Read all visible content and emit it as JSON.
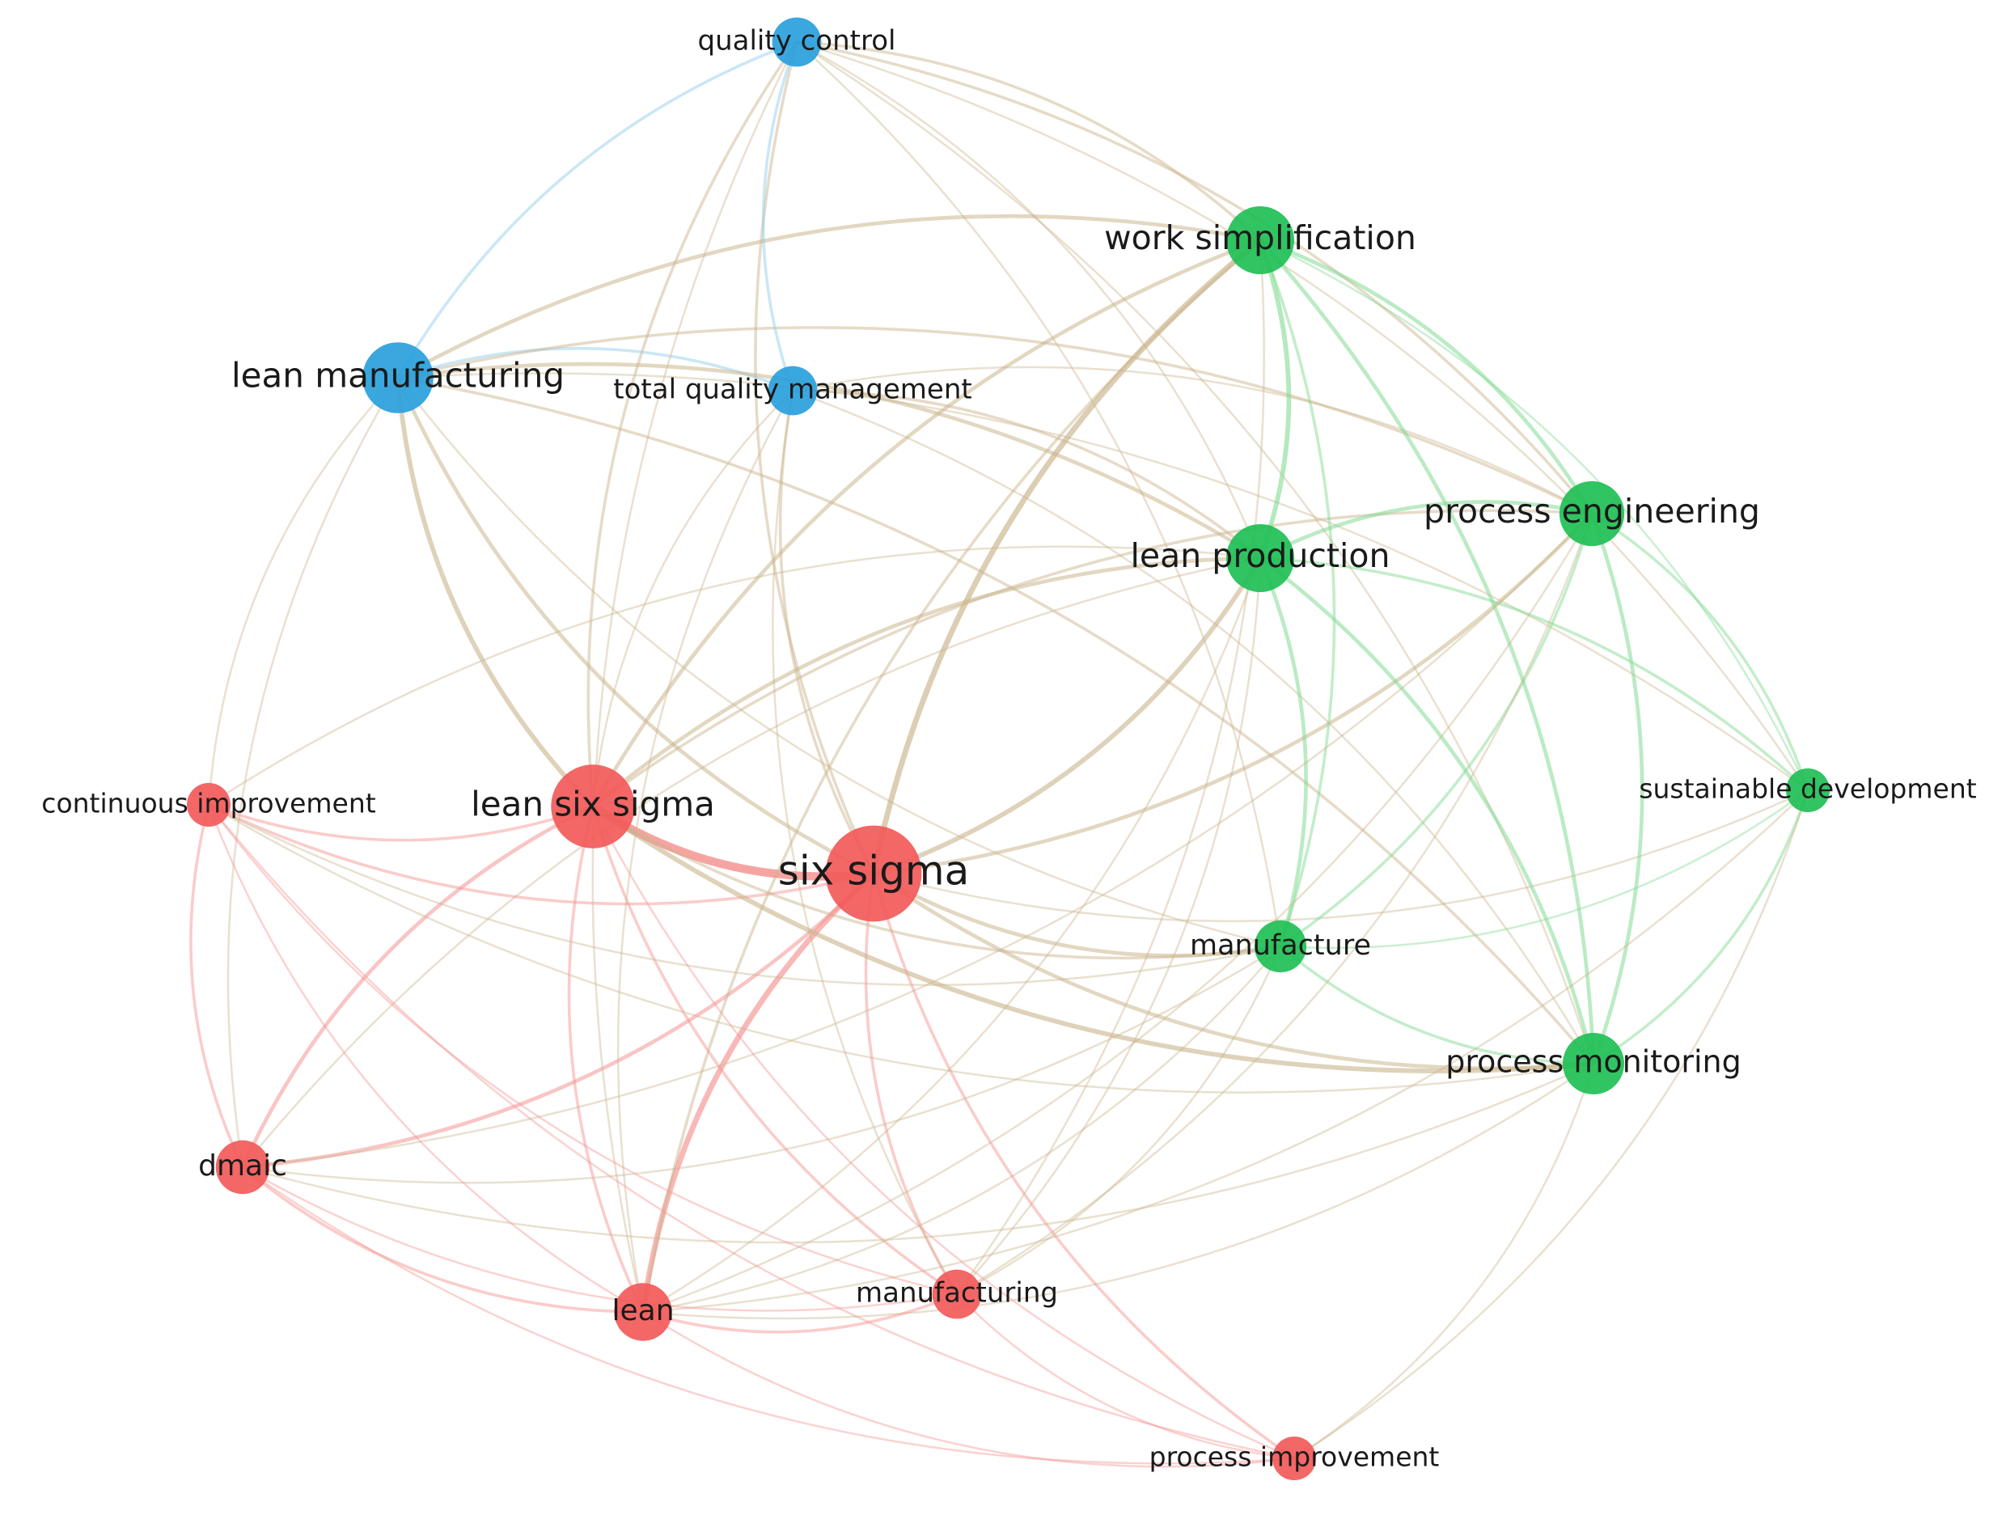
{
  "colors": {
    "cluster_red": "#f25a5a",
    "cluster_green": "#1fbf55",
    "cluster_blue": "#2a9fdc",
    "edge_red": "#f4928f",
    "edge_green": "#7fd98f",
    "edge_blue": "#8fcbea",
    "edge_mixed": "#c9b38a"
  },
  "nodes": [
    {
      "id": "six_sigma",
      "label": "six sigma",
      "cluster": "red",
      "weight": 10
    },
    {
      "id": "lean_six_sigma",
      "label": "lean six sigma",
      "cluster": "red",
      "weight": 7
    },
    {
      "id": "continuous_improvement",
      "label": "continuous improvement",
      "cluster": "red",
      "weight": 1
    },
    {
      "id": "dmaic",
      "label": "dmaic",
      "cluster": "red",
      "weight": 2
    },
    {
      "id": "lean",
      "label": "lean",
      "cluster": "red",
      "weight": 2.5
    },
    {
      "id": "manufacturing",
      "label": "manufacturing",
      "cluster": "red",
      "weight": 1.5
    },
    {
      "id": "process_improvement",
      "label": "process improvement",
      "cluster": "red",
      "weight": 1
    },
    {
      "id": "work_simplification",
      "label": "work simplification",
      "cluster": "green",
      "weight": 4
    },
    {
      "id": "process_engineering",
      "label": "process engineering",
      "cluster": "green",
      "weight": 3.5
    },
    {
      "id": "lean_production",
      "label": "lean production",
      "cluster": "green",
      "weight": 4
    },
    {
      "id": "sustainable_development",
      "label": "sustainable development",
      "cluster": "green",
      "weight": 1
    },
    {
      "id": "manufacture",
      "label": "manufacture",
      "cluster": "green",
      "weight": 1.8
    },
    {
      "id": "process_monitoring",
      "label": "process monitoring",
      "cluster": "green",
      "weight": 3
    },
    {
      "id": "quality_control",
      "label": "quality control",
      "cluster": "blue",
      "weight": 1.5
    },
    {
      "id": "lean_manufacturing",
      "label": "lean manufacturing",
      "cluster": "blue",
      "weight": 4.5
    },
    {
      "id": "total_quality_management",
      "label": "total quality management",
      "cluster": "blue",
      "weight": 1.5
    }
  ],
  "edges": [
    [
      "six_sigma",
      "lean_six_sigma",
      8
    ],
    [
      "six_sigma",
      "work_simplification",
      5
    ],
    [
      "six_sigma",
      "lean_production",
      4
    ],
    [
      "six_sigma",
      "process_engineering",
      3
    ],
    [
      "six_sigma",
      "process_monitoring",
      3
    ],
    [
      "six_sigma",
      "manufacture",
      3
    ],
    [
      "six_sigma",
      "lean",
      5
    ],
    [
      "six_sigma",
      "dmaic",
      3
    ],
    [
      "six_sigma",
      "manufacturing",
      2
    ],
    [
      "six_sigma",
      "process_improvement",
      2
    ],
    [
      "six_sigma",
      "continuous_improvement",
      2
    ],
    [
      "six_sigma",
      "lean_manufacturing",
      3
    ],
    [
      "six_sigma",
      "quality_control",
      2
    ],
    [
      "six_sigma",
      "total_quality_management",
      2
    ],
    [
      "six_sigma",
      "sustainable_development",
      1
    ],
    [
      "lean_six_sigma",
      "lean_manufacturing",
      4
    ],
    [
      "lean_six_sigma",
      "work_simplification",
      3
    ],
    [
      "lean_six_sigma",
      "lean_production",
      3
    ],
    [
      "lean_six_sigma",
      "process_monitoring",
      4
    ],
    [
      "lean_six_sigma",
      "manufacture",
      2
    ],
    [
      "lean_six_sigma",
      "dmaic",
      3
    ],
    [
      "lean_six_sigma",
      "lean",
      2
    ],
    [
      "lean_six_sigma",
      "continuous_improvement",
      2
    ],
    [
      "lean_six_sigma",
      "manufacturing",
      2
    ],
    [
      "lean_six_sigma",
      "quality_control",
      2
    ],
    [
      "lean_six_sigma",
      "total_quality_management",
      1
    ],
    [
      "lean_six_sigma",
      "process_engineering",
      2
    ],
    [
      "lean_six_sigma",
      "process_improvement",
      1
    ],
    [
      "lean_manufacturing",
      "quality_control",
      2
    ],
    [
      "lean_manufacturing",
      "total_quality_management",
      2
    ],
    [
      "lean_manufacturing",
      "work_simplification",
      3
    ],
    [
      "lean_manufacturing",
      "lean_production",
      3
    ],
    [
      "lean_manufacturing",
      "process_engineering",
      2
    ],
    [
      "lean_manufacturing",
      "process_monitoring",
      2
    ],
    [
      "lean_manufacturing",
      "continuous_improvement",
      1
    ],
    [
      "lean_manufacturing",
      "dmaic",
      1
    ],
    [
      "lean_manufacturing",
      "manufacture",
      1
    ],
    [
      "lean_manufacturing",
      "sustainable_development",
      1
    ],
    [
      "quality_control",
      "total_quality_management",
      2
    ],
    [
      "quality_control",
      "work_simplification",
      2
    ],
    [
      "quality_control",
      "lean_production",
      1
    ],
    [
      "quality_control",
      "process_engineering",
      2
    ],
    [
      "quality_control",
      "sustainable_development",
      1
    ],
    [
      "quality_control",
      "process_monitoring",
      1
    ],
    [
      "quality_control",
      "lean",
      1
    ],
    [
      "quality_control",
      "manufacture",
      1
    ],
    [
      "total_quality_management",
      "lean_production",
      2
    ],
    [
      "total_quality_management",
      "process_engineering",
      1
    ],
    [
      "total_quality_management",
      "lean",
      1
    ],
    [
      "total_quality_management",
      "manufacturing",
      1
    ],
    [
      "total_quality_management",
      "process_monitoring",
      1
    ],
    [
      "work_simplification",
      "lean_production",
      4
    ],
    [
      "work_simplification",
      "process_engineering",
      3
    ],
    [
      "work_simplification",
      "process_monitoring",
      3
    ],
    [
      "work_simplification",
      "manufacture",
      2
    ],
    [
      "work_simplification",
      "sustainable_development",
      1
    ],
    [
      "work_simplification",
      "lean",
      2
    ],
    [
      "work_simplification",
      "manufacturing",
      1
    ],
    [
      "lean_production",
      "process_engineering",
      3
    ],
    [
      "lean_production",
      "process_monitoring",
      3
    ],
    [
      "lean_production",
      "manufacture",
      3
    ],
    [
      "lean_production",
      "sustainable_development",
      2
    ],
    [
      "lean_production",
      "lean",
      1
    ],
    [
      "lean_production",
      "manufacturing",
      1
    ],
    [
      "lean_production",
      "dmaic",
      1
    ],
    [
      "lean_production",
      "continuous_improvement",
      1
    ],
    [
      "process_engineering",
      "process_monitoring",
      3
    ],
    [
      "process_engineering",
      "manufacture",
      2
    ],
    [
      "process_engineering",
      "sustainable_development",
      2
    ],
    [
      "process_engineering",
      "lean",
      1
    ],
    [
      "process_engineering",
      "manufacturing",
      1
    ],
    [
      "process_engineering",
      "dmaic",
      1
    ],
    [
      "process_monitoring",
      "manufacture",
      2
    ],
    [
      "process_monitoring",
      "sustainable_development",
      2
    ],
    [
      "process_monitoring",
      "lean",
      1
    ],
    [
      "process_monitoring",
      "process_improvement",
      1
    ],
    [
      "process_monitoring",
      "dmaic",
      1
    ],
    [
      "sustainable_development",
      "manufacture",
      1
    ],
    [
      "sustainable_development",
      "lean",
      1
    ],
    [
      "sustainable_development",
      "process_improvement",
      1
    ],
    [
      "manufacture",
      "lean",
      1
    ],
    [
      "manufacture",
      "manufacturing",
      1
    ],
    [
      "manufacture",
      "dmaic",
      1
    ],
    [
      "manufacture",
      "continuous_improvement",
      1
    ],
    [
      "continuous_improvement",
      "dmaic",
      2
    ],
    [
      "continuous_improvement",
      "lean",
      1
    ],
    [
      "continuous_improvement",
      "manufacturing",
      1
    ],
    [
      "continuous_improvement",
      "process_improvement",
      1
    ],
    [
      "continuous_improvement",
      "process_monitoring",
      1
    ],
    [
      "dmaic",
      "lean",
      2
    ],
    [
      "dmaic",
      "manufacturing",
      1
    ],
    [
      "dmaic",
      "process_improvement",
      1
    ],
    [
      "lean",
      "manufacturing",
      2
    ],
    [
      "lean",
      "process_improvement",
      1
    ],
    [
      "manufacturing",
      "process_improvement",
      1
    ]
  ]
}
